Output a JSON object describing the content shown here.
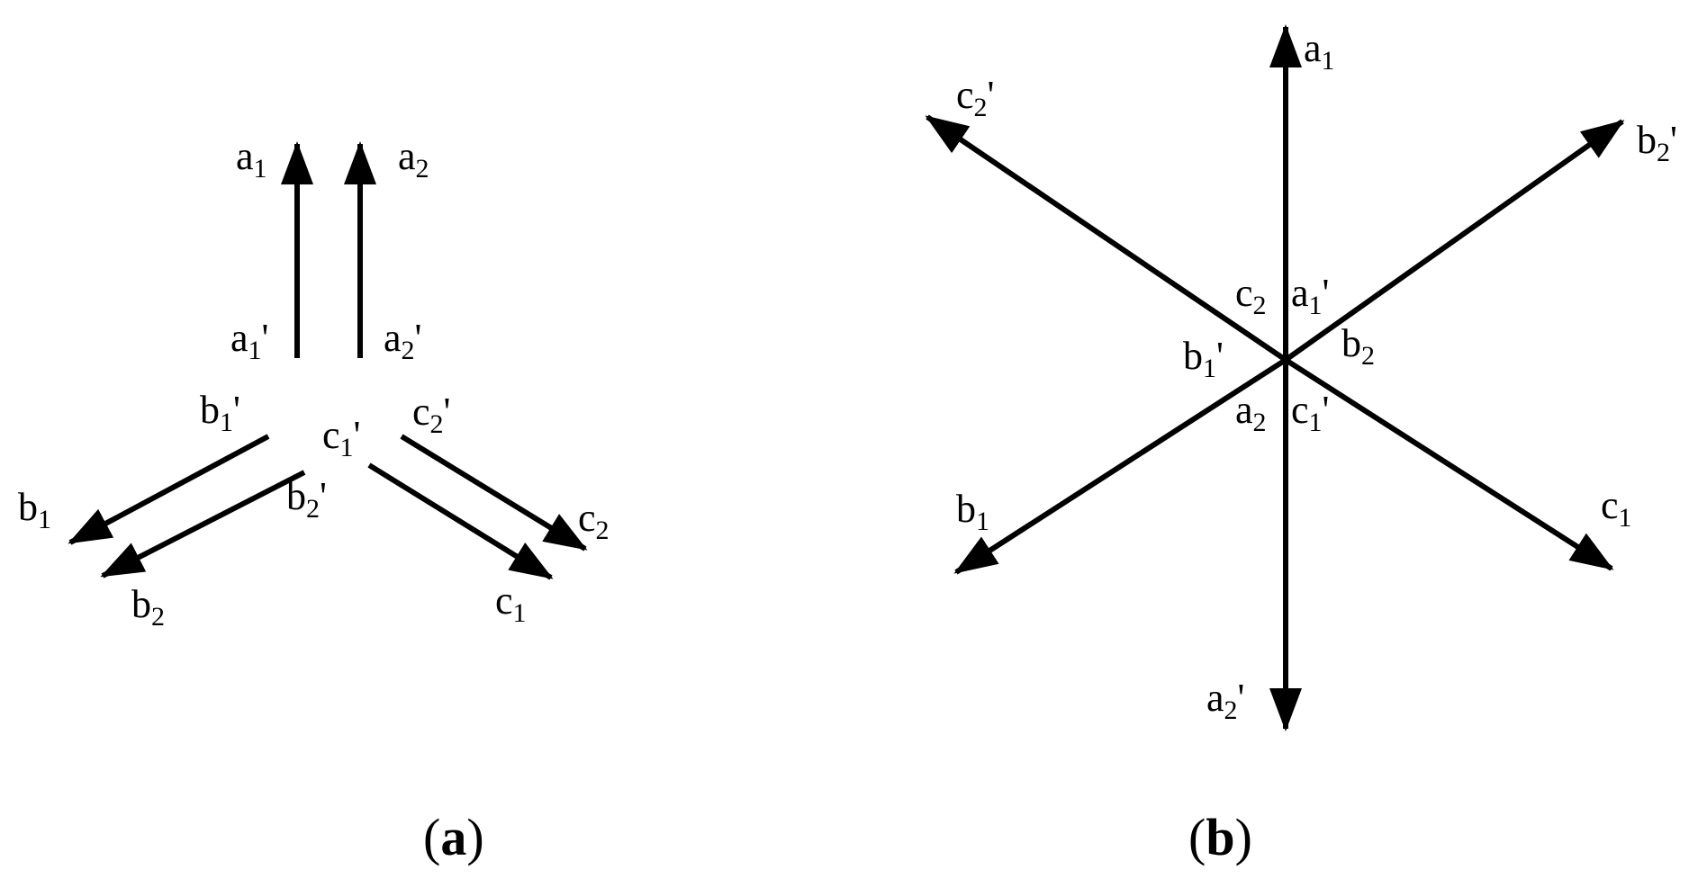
{
  "colors": {
    "ink": "#000000",
    "background": "#ffffff"
  },
  "panel_a": {
    "caption": {
      "open": "(",
      "letter": "a",
      "close": ")"
    },
    "labels": {
      "a1": {
        "base": "a",
        "sub": "1",
        "prime": ""
      },
      "a2": {
        "base": "a",
        "sub": "2",
        "prime": ""
      },
      "a1p": {
        "base": "a",
        "sub": "1",
        "prime": "'"
      },
      "a2p": {
        "base": "a",
        "sub": "2",
        "prime": "'"
      },
      "b1p": {
        "base": "b",
        "sub": "1",
        "prime": "'"
      },
      "c1p": {
        "base": "c",
        "sub": "1",
        "prime": "'"
      },
      "c2p": {
        "base": "c",
        "sub": "2",
        "prime": "'"
      },
      "b1": {
        "base": "b",
        "sub": "1",
        "prime": ""
      },
      "b2p": {
        "base": "b",
        "sub": "2",
        "prime": "'"
      },
      "c2": {
        "base": "c",
        "sub": "2",
        "prime": ""
      },
      "b2": {
        "base": "b",
        "sub": "2",
        "prime": ""
      },
      "c1": {
        "base": "c",
        "sub": "1",
        "prime": ""
      }
    }
  },
  "panel_b": {
    "caption": {
      "open": "(",
      "letter": "b",
      "close": ")"
    },
    "labels": {
      "a1": {
        "base": "a",
        "sub": "1",
        "prime": ""
      },
      "c2p": {
        "base": "c",
        "sub": "2",
        "prime": "'"
      },
      "b2p": {
        "base": "b",
        "sub": "2",
        "prime": "'"
      },
      "c2": {
        "base": "c",
        "sub": "2",
        "prime": ""
      },
      "a1p": {
        "base": "a",
        "sub": "1",
        "prime": "'"
      },
      "b1p": {
        "base": "b",
        "sub": "1",
        "prime": "'"
      },
      "b2": {
        "base": "b",
        "sub": "2",
        "prime": ""
      },
      "a2": {
        "base": "a",
        "sub": "2",
        "prime": ""
      },
      "c1p": {
        "base": "c",
        "sub": "1",
        "prime": "'"
      },
      "b1": {
        "base": "b",
        "sub": "1",
        "prime": ""
      },
      "c1": {
        "base": "c",
        "sub": "1",
        "prime": ""
      },
      "a2p": {
        "base": "a",
        "sub": "2",
        "prime": "'"
      }
    }
  }
}
